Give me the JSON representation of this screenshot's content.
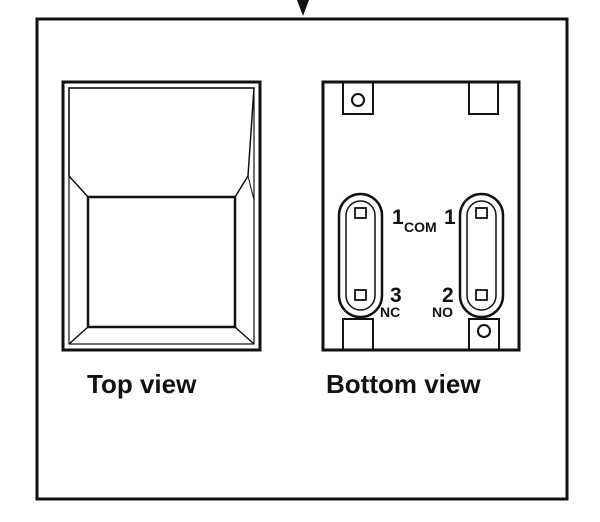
{
  "top_view": {
    "caption": "Top view"
  },
  "bottom_view": {
    "caption": "Bottom view",
    "pins": {
      "com_left": "1",
      "com_sub": "COM",
      "com_right": "1",
      "nc_number": "3",
      "nc_label": "NC",
      "no_number": "2",
      "no_label": "NO"
    }
  },
  "colors": {
    "line": "#111111",
    "background": "#ffffff"
  }
}
